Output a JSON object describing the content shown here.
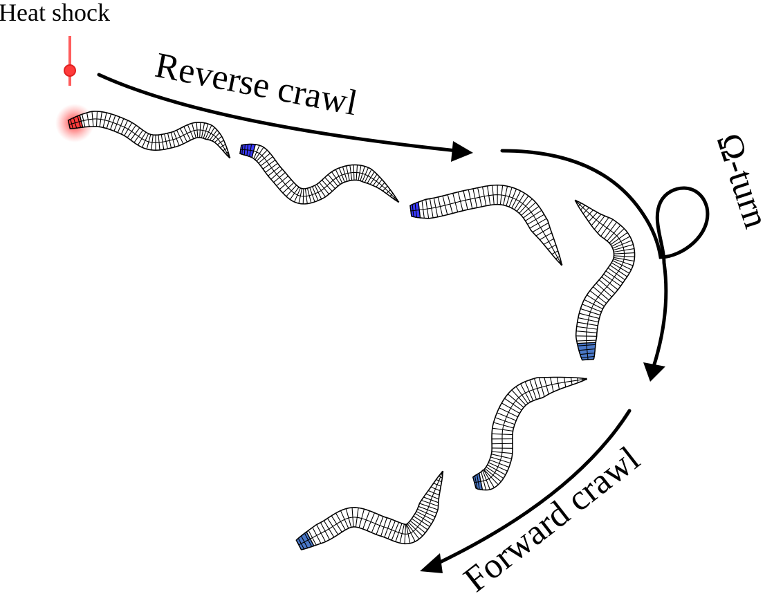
{
  "labels": {
    "heat_shock": "Heat shock",
    "reverse_crawl": "Reverse crawl",
    "omega_turn": "Ω-turn",
    "forward_crawl": "Forward crawl"
  },
  "colors": {
    "heat": "#ff3b3b",
    "reverse_head": "#3a3aff",
    "forward_head": "#4a78c8",
    "ink": "#000000"
  }
}
